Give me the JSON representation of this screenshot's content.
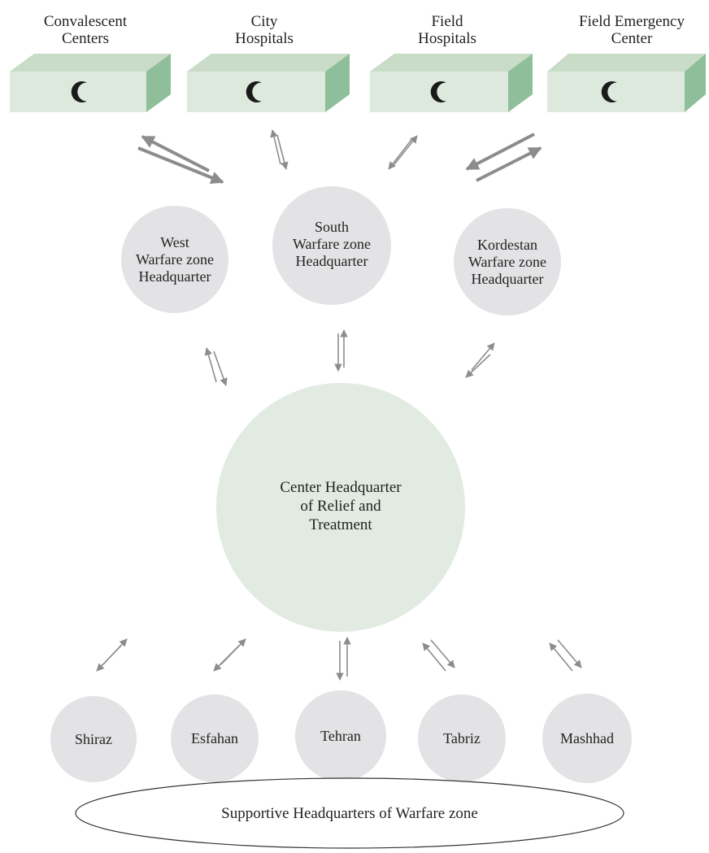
{
  "facilities": [
    {
      "label_lines": [
        "Convalescent",
        "Centers"
      ],
      "icon": "crescent-icon"
    },
    {
      "label_lines": [
        "City",
        "Hospitals"
      ],
      "icon": "crescent-icon"
    },
    {
      "label_lines": [
        "Field",
        "Hospitals"
      ],
      "icon": "crescent-icon"
    },
    {
      "label_lines": [
        "Field Emergency",
        "Center"
      ],
      "icon": "crescent-icon"
    }
  ],
  "zones": [
    {
      "label_lines": [
        "West",
        "Warfare zone",
        "Headquarter"
      ]
    },
    {
      "label_lines": [
        "South",
        "Warfare zone",
        "Headquarter"
      ]
    },
    {
      "label_lines": [
        "Kordestan",
        "Warfare zone",
        "Headquarter"
      ]
    }
  ],
  "center": {
    "label_lines": [
      "Center Headquarter",
      "of Relief and",
      "Treatment"
    ]
  },
  "cities": [
    {
      "label": "Shiraz"
    },
    {
      "label": "Esfahan"
    },
    {
      "label": "Tehran"
    },
    {
      "label": "Tabriz"
    },
    {
      "label": "Mashhad"
    }
  ],
  "support": {
    "label": "Supportive Headquarters of Warfare zone"
  },
  "colors": {
    "box_face": "#dde9dd",
    "box_top": "#c8dcc8",
    "box_side": "#8fbf9a",
    "circle_gray": "#e3e3e5",
    "circle_green": "#e1ebe1",
    "arrow": "#8c8c8e",
    "crescent": "#1a1a1a"
  }
}
